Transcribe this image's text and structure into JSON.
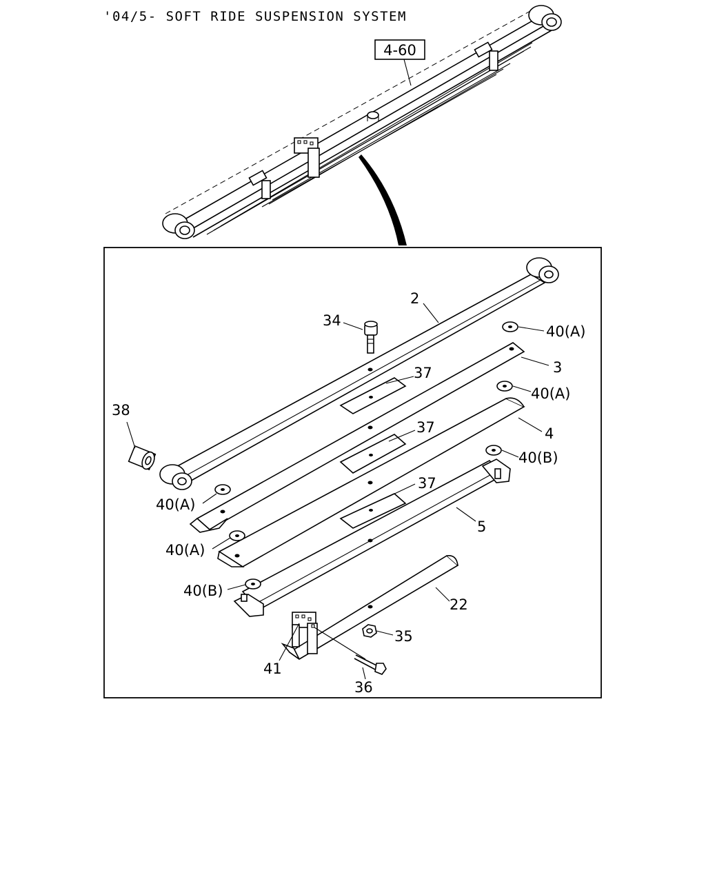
{
  "title": "'04/5- SOFT RIDE SUSPENSION SYSTEM",
  "ref_box": "4-60",
  "callouts": {
    "p2": "2",
    "p3": "3",
    "p4": "4",
    "p5": "5",
    "p22": "22",
    "p34": "34",
    "p35": "35",
    "p36": "36",
    "p37a": "37",
    "p37b": "37",
    "p37c": "37",
    "p38": "38",
    "p41": "41",
    "p40a1": "40(A)",
    "p40a2": "40(A)",
    "p40a3": "40(A)",
    "p40a4": "40(A)",
    "p40b1": "40(B)",
    "p40b2": "40(B)"
  }
}
